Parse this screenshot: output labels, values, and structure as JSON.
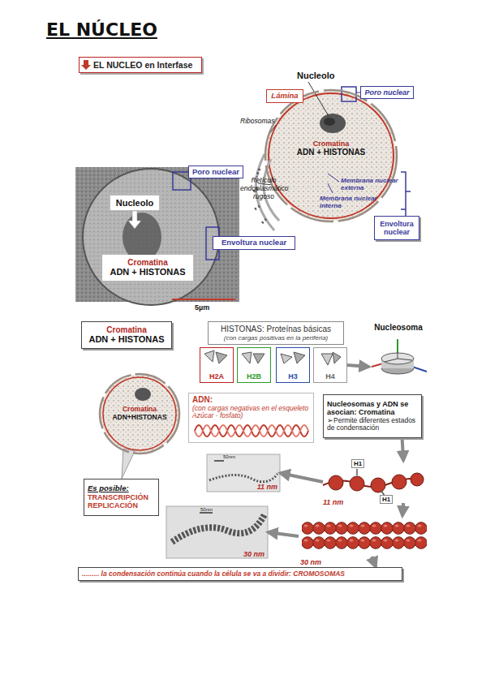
{
  "diagram": {
    "title": "EL NÚCLEO",
    "nodes": [
      {
        "text": [
          "EL NUCLEO en Interfase"
        ]
      },
      {
        "text": [
          "Cromatina",
          "ADN + HISTONAS"
        ]
      },
      {
        "text": [
          "Lámina"
        ]
      },
      {
        "text": [
          "Poro nuclear"
        ]
      },
      {
        "text": [
          "Envoltura nuclear"
        ]
      },
      {
        "text": [
          "Poro nuclear"
        ]
      },
      {
        "text": [
          "Nucleolo"
        ]
      },
      {
        "text": [
          "Envoltura nuclear"
        ]
      },
      {
        "text": [
          "Cromatina",
          "ADN + HISTONAS"
        ]
      },
      {
        "text": [
          "Cromatina",
          "ADN + HISTONAS"
        ]
      },
      {
        "text": [
          "HISTONAS: Proteínas básicas",
          "(con cargas positivas en la periferia)"
        ]
      },
      {
        "text": [
          "H2A"
        ]
      },
      {
        "text": [
          "H2B"
        ]
      },
      {
        "text": [
          "H3"
        ]
      },
      {
        "text": [
          "H4"
        ]
      },
      {
        "text": [
          "Nucleosoma"
        ]
      },
      {
        "text": [
          "Cromatina",
          "ADN+HISTONAS"
        ]
      },
      {
        "text": [
          "ADN:",
          "(con cargas negativas en el esqueleto Azúcar - fosfato)"
        ]
      },
      {
        "text": [
          "Nucleosomas y ADN se asocian: Cromatina",
          "➢Permite diferentes estados de condensación"
        ]
      },
      {
        "text": [
          "50nm",
          "11 nm"
        ]
      },
      {
        "text": [
          "11 nm"
        ]
      },
      {
        "text": [
          "Es posible:",
          "TRANSCRIPCIÓN REPLICACIÓN"
        ]
      },
      {
        "text": [
          "50nm",
          "30 nm"
        ]
      },
      {
        "text": [
          "30 nm"
        ]
      },
      {
        "text": [
          "......... la condensación continúa cuando la célula se va a dividir: CROMOSOMAS"
        ]
      }
    ],
    "edges": [
      {
        "from": 14,
        "to": 15,
        "arrow": "to"
      },
      {
        "from": 18,
        "to": 20,
        "arrow": "to"
      },
      {
        "from": 20,
        "to": 19,
        "arrow": "to"
      },
      {
        "from": 20,
        "to": 23,
        "arrow": "to"
      },
      {
        "from": 23,
        "to": 22,
        "arrow": "to"
      },
      {
        "from": 23,
        "to": 24,
        "arrow": "to"
      }
    ],
    "labels": [
      "Nucleolo",
      "Ribosomas",
      "Retículo endoplasmático rugoso",
      "Membrana nuclear externa",
      "Membrana nuclear interna",
      "5µm",
      "H1",
      "H1"
    ]
  }
}
